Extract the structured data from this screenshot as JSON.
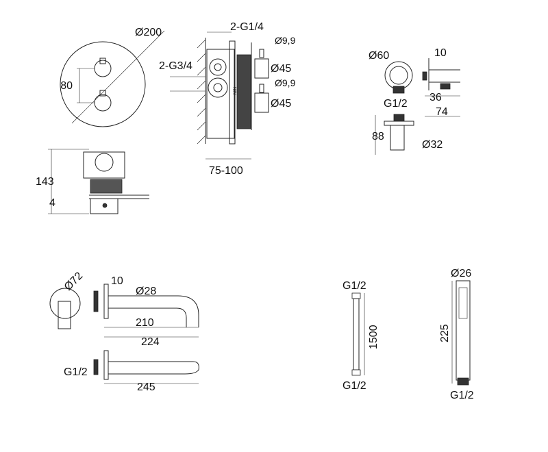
{
  "thermostat_front": {
    "diameter": "Ø200",
    "spacing": "80"
  },
  "thermostat_side": {
    "height": "143",
    "plate": "4"
  },
  "valve_body": {
    "top_outlets": "2-G1/4",
    "inlets": "2-G3/4",
    "pin1": "Ø9,9",
    "knob1": "Ø45",
    "pin2": "Ø9,9",
    "knob2": "Ø45",
    "depth": "75-100",
    "marking": "MIN"
  },
  "wall_outlet": {
    "diameter": "Ø60",
    "thread": "G1/2",
    "plate": "10",
    "depth_inner": "36",
    "depth_total": "74",
    "holder_height": "88",
    "holder_diameter": "Ø32"
  },
  "spout": {
    "rosette": "Ø72",
    "plate": "10",
    "pipe": "Ø28",
    "length_inner": "210",
    "length_total": "224",
    "thread": "G1/2",
    "length_full": "245"
  },
  "hose": {
    "thread_top": "G1/2",
    "length": "1500",
    "thread_bottom": "G1/2"
  },
  "hand_shower": {
    "diameter": "Ø26",
    "length": "225",
    "thread": "G1/2"
  }
}
